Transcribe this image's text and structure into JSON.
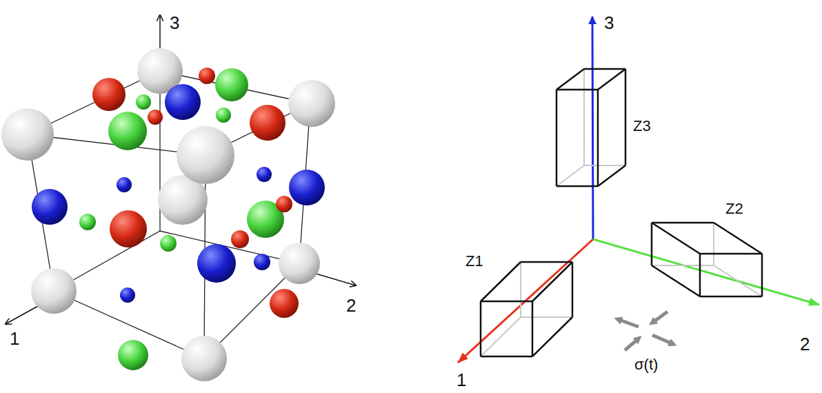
{
  "diagram": {
    "labels": [
      "3",
      "2",
      "1",
      "3",
      "Z3",
      "Z2",
      "Z1",
      "2",
      "1",
      "σ(t)"
    ]
  }
}
